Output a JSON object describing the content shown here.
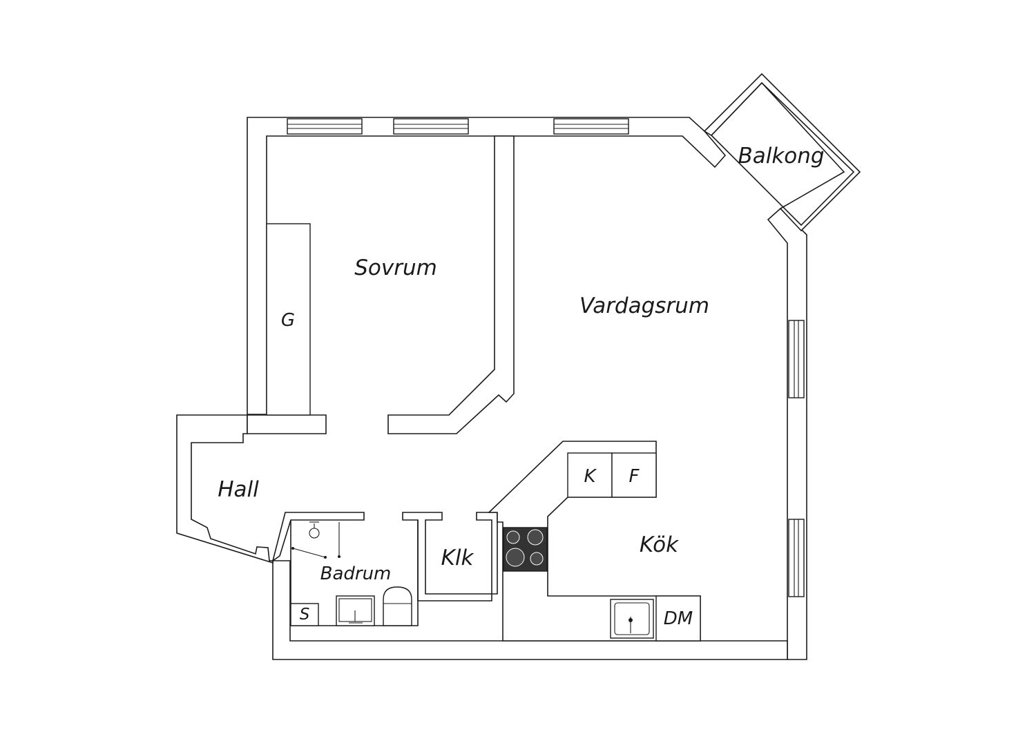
{
  "rooms": {
    "sovrum": "Sovrum",
    "vardagsrum": "Vardagsrum",
    "balkong": "Balkong",
    "hall": "Hall",
    "badrum": "Badrum",
    "klk": "Klk",
    "kok": "Kök"
  },
  "fixtures": {
    "garderob": "G",
    "kyl": "K",
    "frys": "F",
    "diskmaskin": "DM",
    "skap": "S"
  },
  "colors": {
    "line": "#1a1a1a",
    "background": "#ffffff",
    "stove": "#333333"
  }
}
